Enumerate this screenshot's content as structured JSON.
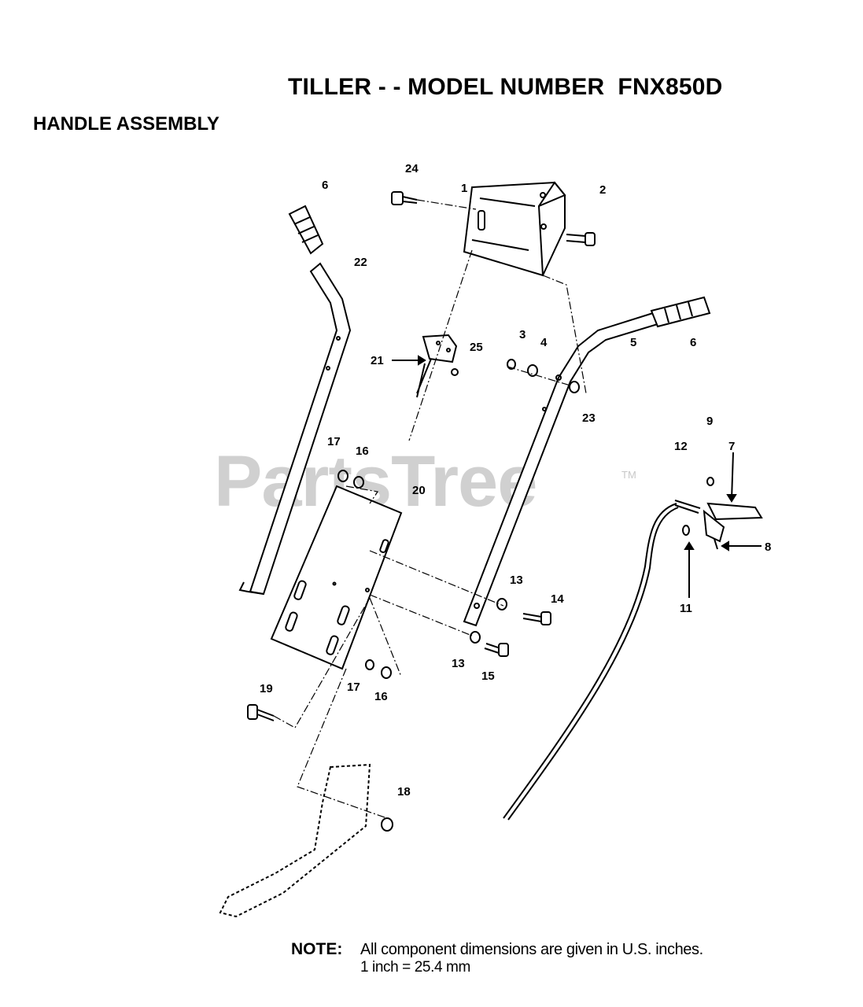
{
  "header": {
    "title": "TILLER - - MODEL NUMBER  FNX850D",
    "subtitle": "HANDLE ASSEMBLY"
  },
  "watermark": {
    "text": "PartsTree",
    "trademark": "TM"
  },
  "note": {
    "label": "NOTE:",
    "line1": "All component dimensions are given in U.S. inches.",
    "line2": "1 inch = 25.4 mm"
  },
  "callouts": {
    "c24": "24",
    "c1": "1",
    "c2": "2",
    "c6a": "6",
    "c22": "22",
    "c6b": "6",
    "c5": "5",
    "c3": "3",
    "c4": "4",
    "c23": "23",
    "c21": "21",
    "c25": "25",
    "c17a": "17",
    "c16a": "16",
    "c20": "20",
    "c9": "9",
    "c12": "12",
    "c7": "7",
    "c8": "8",
    "c11": "11",
    "c13a": "13",
    "c14": "14",
    "c13b": "13",
    "c15": "15",
    "c17b": "17",
    "c16b": "16",
    "c19": "19",
    "c18": "18"
  }
}
